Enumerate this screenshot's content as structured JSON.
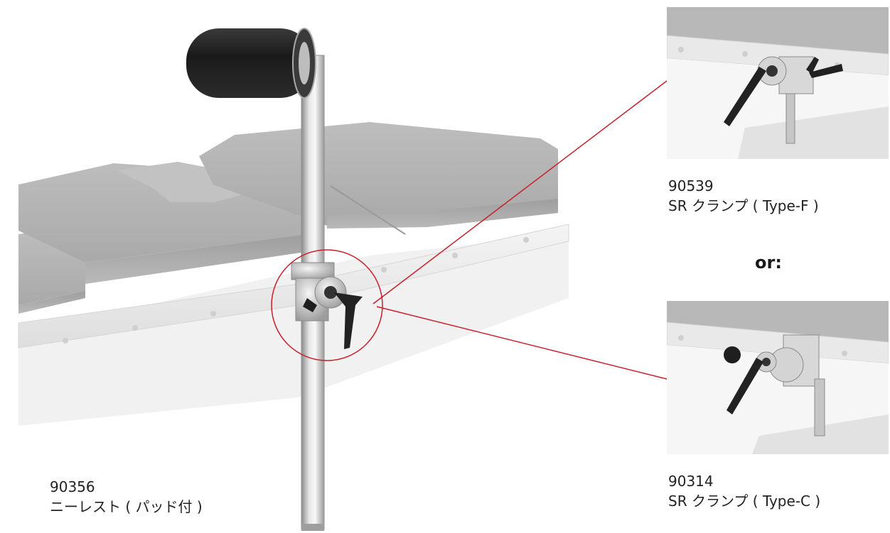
{
  "products": {
    "main": {
      "code": "90356",
      "name": "ニーレスト ( パッド付 )"
    },
    "clamp_f": {
      "code": "90539",
      "name": "SR クランプ ( Type-F )"
    },
    "clamp_c": {
      "code": "90314",
      "name": "SR クランプ ( Type-C )"
    }
  },
  "separator": "or:",
  "colors": {
    "callout": "#c8202b",
    "pad": "#b4b4b4",
    "roller": "#1f1f1f",
    "lever": "#222222",
    "metal": "#c9c9c9"
  }
}
